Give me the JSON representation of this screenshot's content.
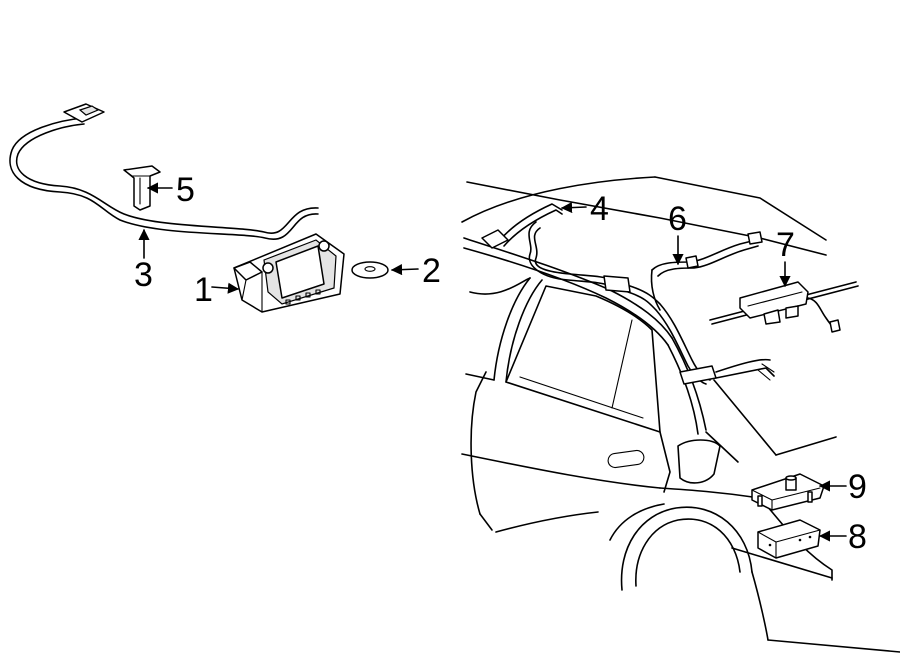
{
  "diagram": {
    "callouts": {
      "c1": "1",
      "c2": "2",
      "c3": "3",
      "c4": "4",
      "c5": "5",
      "c6": "6",
      "c7": "7",
      "c8": "8",
      "c9": "9"
    }
  }
}
